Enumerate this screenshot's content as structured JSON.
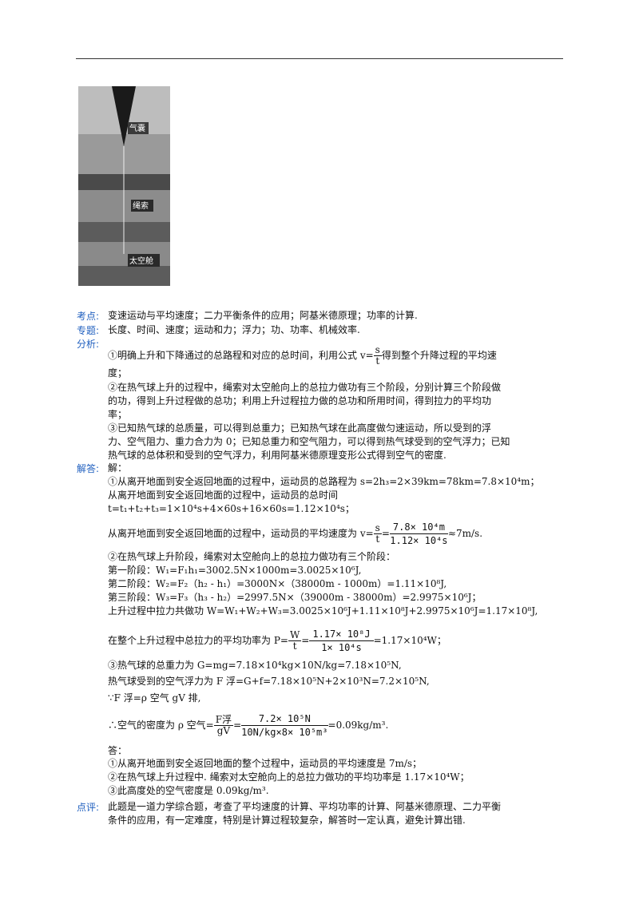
{
  "photo": {
    "labels": [
      "气囊",
      "绳索",
      "太空舱"
    ]
  },
  "sections": {
    "kaodian_label": "考点:",
    "kaodian_text": "变速运动与平均速度；二力平衡条件的应用；阿基米德原理；功率的计算.",
    "zhuanti_label": "专题:",
    "zhuanti_text": "长度、时间、速度；运动和力；浮力；功、功率、机械效率.",
    "fenxi_label": "分析:",
    "fenxi_1a": "①明确上升和下降通过的总路程和对应的总时间，利用公式 v=",
    "fenxi_1_num": "s",
    "fenxi_1_den": "t",
    "fenxi_1b": "得到整个升降过程的平均速",
    "fenxi_1c": "度；",
    "fenxi_2a": "②在热气球上升的过程中，绳索对太空舱向上的总拉力做功有三个阶段，分别计算三个阶段做",
    "fenxi_2b": "的功，得到上升过程做的总功；利用上升过程拉力做的总功和所用时间，得到拉力的平均功",
    "fenxi_2c": "率；",
    "fenxi_3a": "③已知热气球的总质量，可以得到总重力；已知热气球在此高度做匀速运动，所以受到的浮",
    "fenxi_3b": "力、空气阻力、重力合力为 0；已知总重力和空气阻力，可以得到热气球受到的空气浮力；已知",
    "fenxi_3c": "热气球的总体积和受到的空气浮力，利用阿基米德原理变形公式得到空气的密度.",
    "jieda_label": "解答:",
    "jieda_0": "解：",
    "s1a": "①从离开地面到安全返回地面的过程中，运动员的总路程为 s=2h₃=2×39km=78km=7.8×10⁴m；",
    "s1b": "从离开地面到安全返回地面的过程中，运动员的总时间",
    "s1c": "t=t₁+t₂+t₃=1×10⁴s+4×60s+16×60s=1.12×10⁴s；",
    "s1d_pre": "从离开地面到安全返回地面的过程中，运动员的平均速度为 v=",
    "s1d_num1": "s",
    "s1d_den1": "t",
    "s1d_num2": "7.8× 10⁴m",
    "s1d_den2": "1.12× 10⁴s",
    "s1d_post": "≈7m/s.",
    "s2a": "②在热气球上升阶段，绳索对太空舱向上的总拉力做功有三个阶段：",
    "s2b": "第一阶段：W₁=F₁h₁=3002.5N×1000m=3.0025×10⁶J,",
    "s2c": "第二阶段：W₂=F₂（h₂ - h₁）=3000N×（38000m - 1000m）=1.11×10⁸J,",
    "s2d": "第三阶段：W₃=F₃（h₃ - h₂）=2997.5N×（39000m - 38000m）=2.9975×10⁶J；",
    "s2e": "上升过程中拉力共做功 W=W₁+W₂+W₃=3.0025×10⁶J+1.11×10⁸J+2.9975×10⁶J=1.17×10⁸J,",
    "s2f_pre": "在整个上升过程中总拉力的平均功率为 P=",
    "s2f_num1": "W",
    "s2f_den1": "t",
    "s2f_num2": "1.17× 10⁸J",
    "s2f_den2": "1× 10⁴s",
    "s2f_post": "=1.17×10⁴W；",
    "s3a": "③热气球的总重力为 G=mg=7.18×10⁴kg×10N/kg=7.18×10⁵N,",
    "s3b": "热气球受到的空气浮力为 F 浮=G+f=7.18×10⁵N+2×10³N=7.2×10⁵N,",
    "s3c": "∵F 浮=ρ 空气 gV 排,",
    "s3d_pre": "∴空气的密度为 ρ 空气=",
    "s3d_num1": "F浮",
    "s3d_den1": "gV",
    "s3d_num2": "7.2× 10⁵N",
    "s3d_den2": "10N/kg×8× 10⁵m³",
    "s3d_post": "=0.09kg/m³.",
    "da": "答：",
    "da1": "①从离开地面到安全返回地面的整个过程中，运动员的平均速度是 7m/s；",
    "da2": "②在热气球上升过程中. 绳索对太空舱向上的总拉力做功的平均功率是 1.17×10⁴W；",
    "da3": "③此高度处的空气密度是 0.09kg/m³.",
    "dianping_label": "点评:",
    "dianping_a": "此题是一道力学综合题，考查了平均速度的计算、平均功率的计算、阿基米德原理、二力平衡",
    "dianping_b": "条件的应用，有一定难度，特别是计算过程较复杂，解答时一定认真，避免计算出错."
  }
}
